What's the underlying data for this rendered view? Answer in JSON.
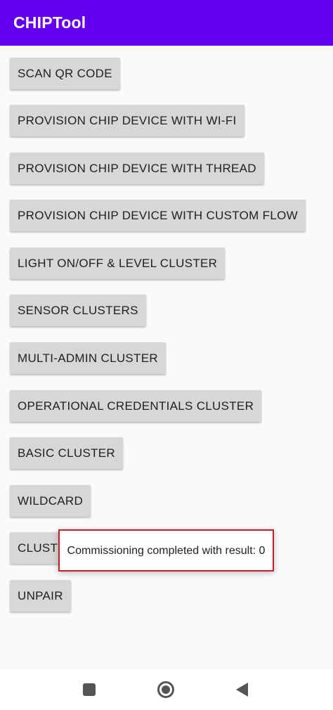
{
  "app": {
    "title": "CHIPTool",
    "accent_color": "#6200ee"
  },
  "main": {
    "buttons": [
      {
        "label": "SCAN QR CODE"
      },
      {
        "label": "PROVISION CHIP DEVICE WITH WI-FI"
      },
      {
        "label": "PROVISION CHIP DEVICE WITH THREAD"
      },
      {
        "label": "PROVISION CHIP DEVICE WITH CUSTOM FLOW"
      },
      {
        "label": "LIGHT ON/OFF & LEVEL CLUSTER"
      },
      {
        "label": "SENSOR CLUSTERS"
      },
      {
        "label": "MULTI-ADMIN CLUSTER"
      },
      {
        "label": "OPERATIONAL CREDENTIALS CLUSTER"
      },
      {
        "label": "BASIC CLUSTER"
      },
      {
        "label": "WILDCARD"
      },
      {
        "label": "CLUSTER INTERACTION TOOL"
      },
      {
        "label": "UNPAIR"
      }
    ]
  },
  "toast": {
    "message": "Commissioning completed with result: 0",
    "border_color": "#c41d2a"
  },
  "navbar": {
    "recents_icon": "square-recents-icon",
    "home_icon": "circle-home-icon",
    "back_icon": "triangle-back-icon"
  }
}
